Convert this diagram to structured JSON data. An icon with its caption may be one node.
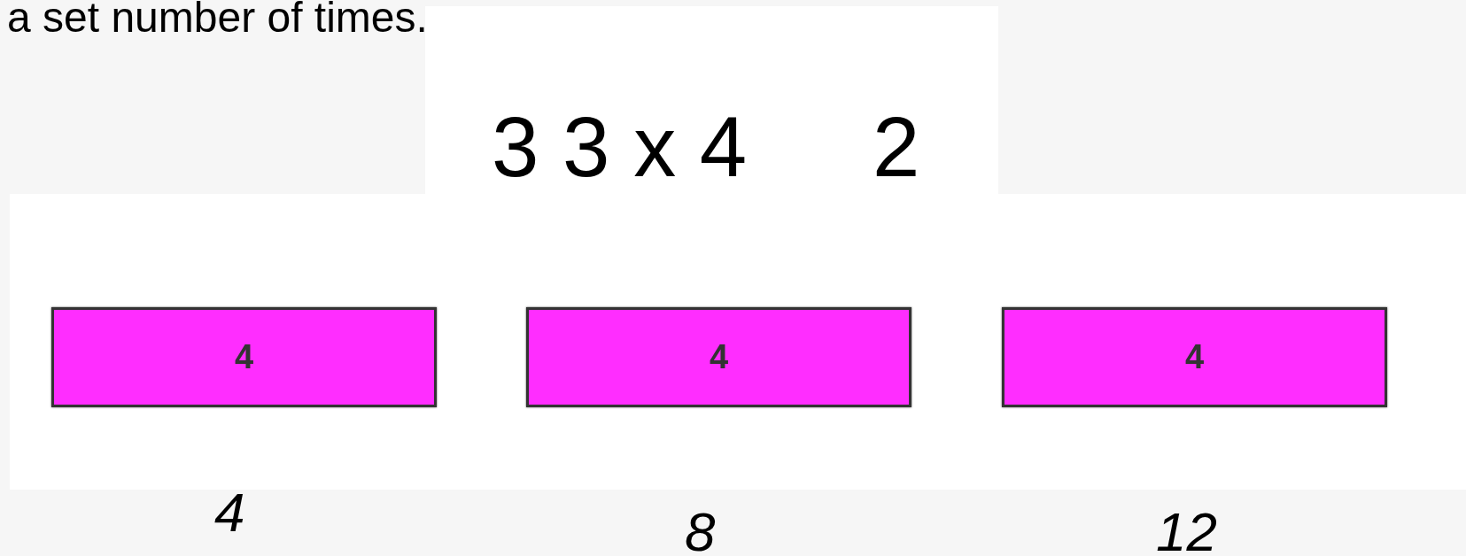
{
  "diagram": {
    "nodes": [
      {
        "text": [
          "4"
        ]
      },
      {
        "text": [
          "4"
        ]
      },
      {
        "text": [
          "4"
        ]
      }
    ],
    "labels": [
      "a set number of times.",
      "3 3 x 4",
      "2",
      "4",
      "8",
      "12"
    ]
  }
}
